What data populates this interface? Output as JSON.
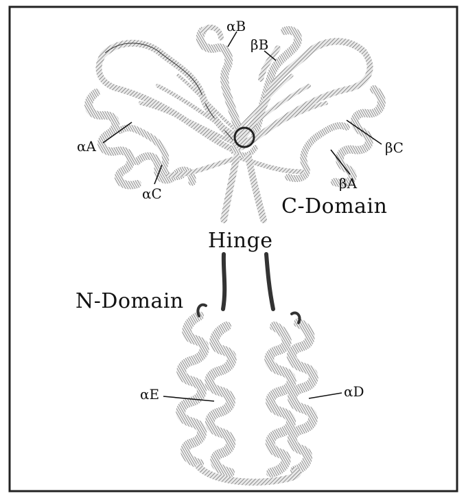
{
  "labels": {
    "alpha_b": "αB",
    "beta_b": "βB",
    "alpha_a": "αA",
    "alpha_c": "αC",
    "beta_c": "βC",
    "beta_a": "βA",
    "c_domain": "C-Domain",
    "hinge": "Hinge",
    "n_domain": "N-Domain",
    "alpha_e": "αE",
    "alpha_d": "αD"
  }
}
